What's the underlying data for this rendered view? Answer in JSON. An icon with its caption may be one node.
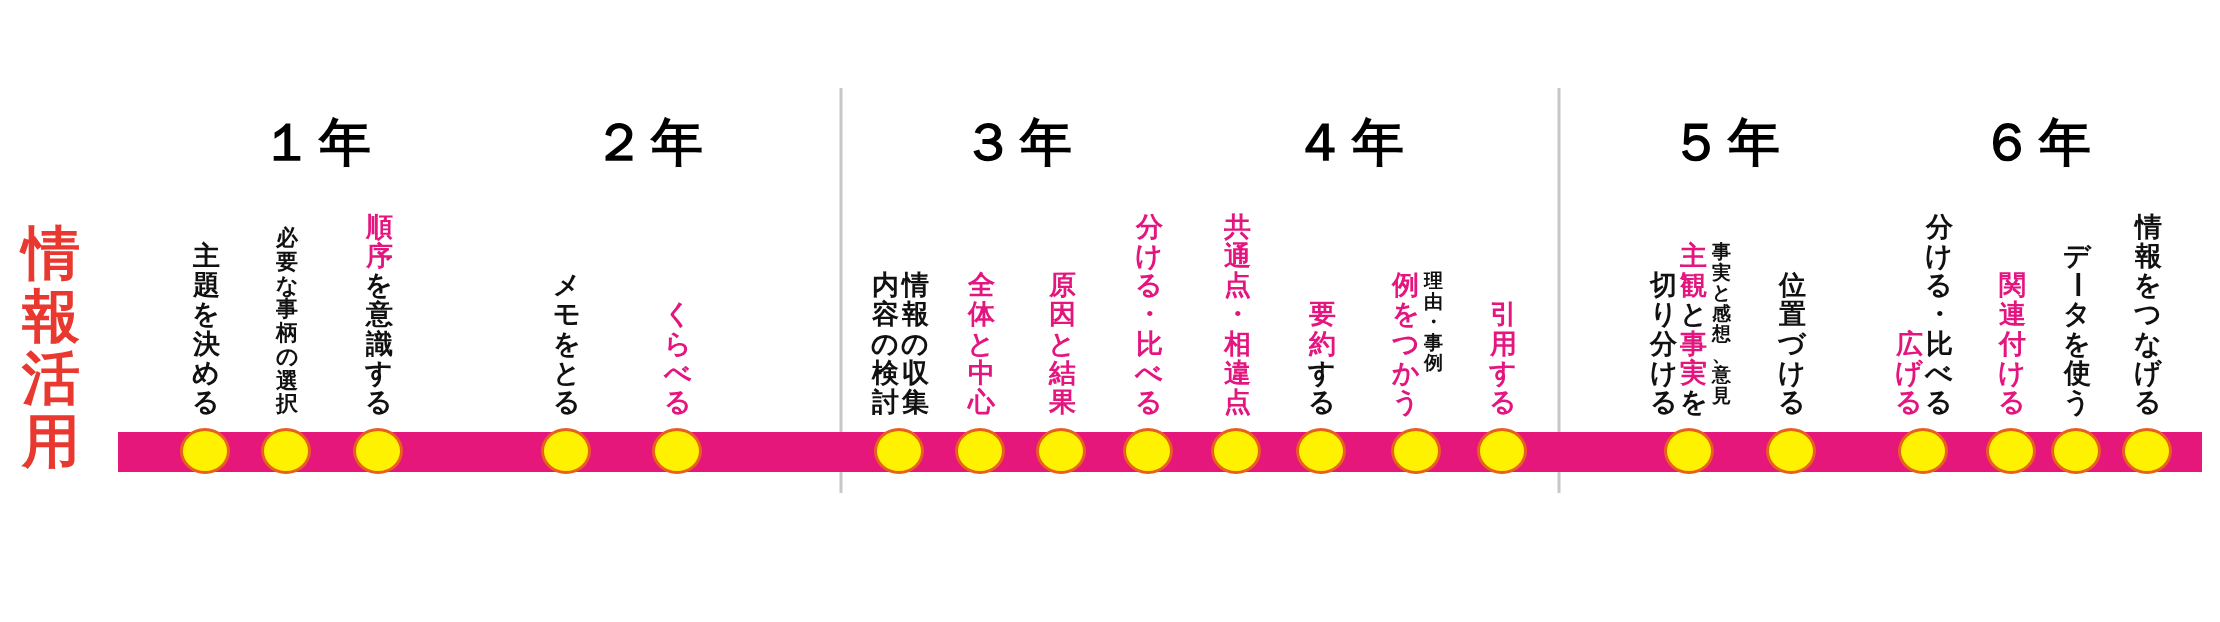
{
  "diagram": {
    "title": "情報活用",
    "labels": [
      "１年",
      "２年",
      "３年",
      "４年",
      "５年",
      "６年"
    ],
    "nodes": [
      {
        "text": [],
        "shape": "circle",
        "beside": [
          "主題を決める"
        ]
      },
      {
        "text": [],
        "shape": "circle",
        "beside": [
          "必要な事柄の選択"
        ]
      },
      {
        "text": [],
        "shape": "circle",
        "beside": [
          "**順序**を意識する"
        ]
      },
      {
        "text": [],
        "shape": "circle",
        "beside": [
          "メモをとる"
        ]
      },
      {
        "text": [],
        "shape": "circle",
        "beside": [
          "くらべる"
        ]
      },
      {
        "text": [],
        "shape": "circle",
        "beside": [
          "情報の収集",
          "内容の検討"
        ]
      },
      {
        "text": [],
        "shape": "circle",
        "beside": [
          "全体と中心"
        ]
      },
      {
        "text": [],
        "shape": "circle",
        "beside": [
          "原因と結果"
        ]
      },
      {
        "text": [],
        "shape": "circle",
        "beside": [
          "分ける・比べる"
        ]
      },
      {
        "text": [],
        "shape": "circle",
        "beside": [
          "共通点・相違点"
        ]
      },
      {
        "text": [],
        "shape": "circle",
        "beside": [
          "**要約**する"
        ]
      },
      {
        "text": [],
        "shape": "circle",
        "beside": [
          "理由・事例",
          "例をつかう"
        ]
      },
      {
        "text": [],
        "shape": "circle",
        "beside": [
          "引用する"
        ]
      },
      {
        "text": [],
        "shape": "circle",
        "beside": [
          "事実と感想、意見",
          "**主観**と**事実**を",
          "切り分ける"
        ]
      },
      {
        "text": [],
        "shape": "circle",
        "beside": [
          "位置づける"
        ]
      },
      {
        "text": [],
        "shape": "circle",
        "beside": [
          "分ける・比べる",
          "広げる"
        ]
      },
      {
        "text": [],
        "shape": "circle",
        "beside": [
          "関連付ける"
        ]
      },
      {
        "text": [],
        "shape": "circle",
        "beside": [
          "データを使う"
        ]
      },
      {
        "text": [],
        "shape": "circle",
        "beside": [
          "情報をつなげる"
        ]
      }
    ]
  }
}
